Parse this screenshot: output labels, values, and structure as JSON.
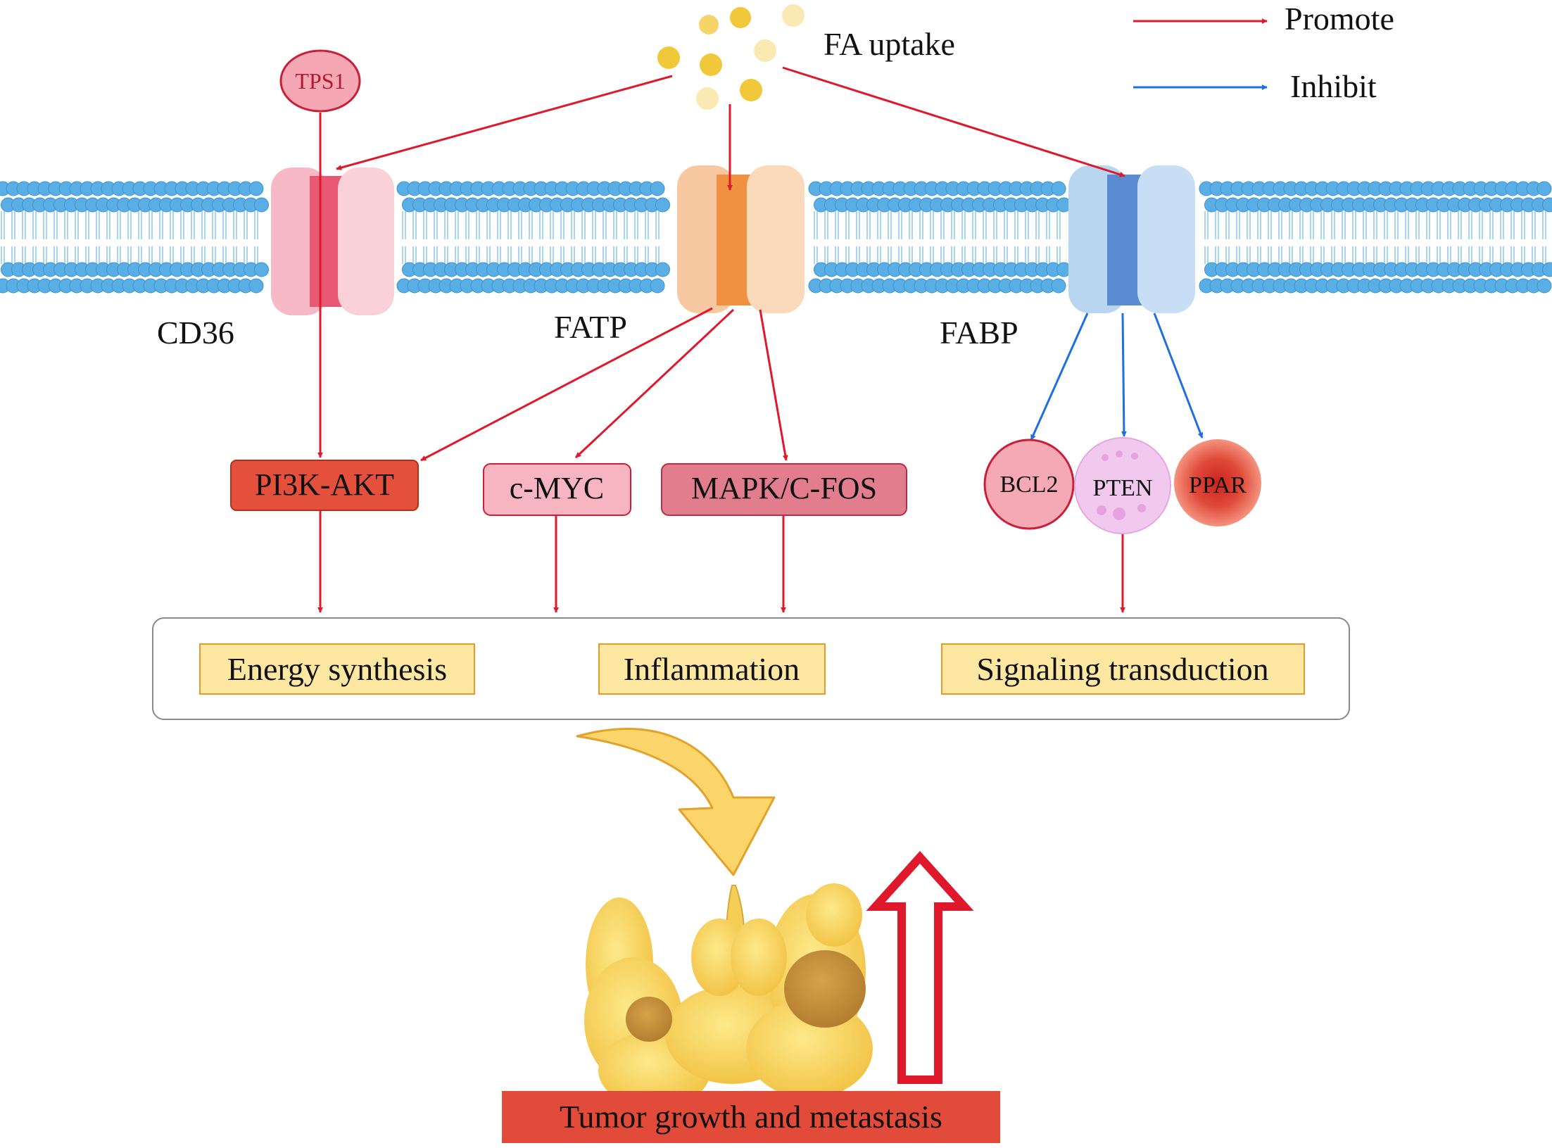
{
  "diagram": {
    "fa_uptake": "FA uptake",
    "legend": {
      "promote": "Promote",
      "inhibit": "Inhibit"
    },
    "tps1": "TPS1",
    "transporters": {
      "cd36": "CD36",
      "fatp": "FATP",
      "fabp": "FABP"
    },
    "pathways": {
      "pi3k_akt": "PI3K-AKT",
      "c_myc": "c-MYC",
      "mapk_cfos": "MAPK/C-FOS"
    },
    "fabp_targets": {
      "bcl2": "BCL2",
      "pten": "PTEN",
      "ppar": "PPAR"
    },
    "outcomes": {
      "energy": "Energy synthesis",
      "inflammation": "Inflammation",
      "signaling": "Signaling transduction"
    },
    "result": "Tumor growth and metastasis"
  },
  "colors": {
    "promote": "#e0182b",
    "inhibit": "#1f6fe0",
    "membrane": "#5aaee6",
    "outcome_fill": "#fde7a1",
    "result_fill": "#e24a3a"
  }
}
